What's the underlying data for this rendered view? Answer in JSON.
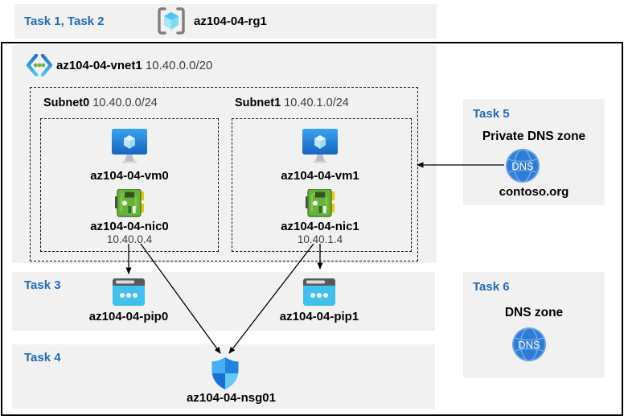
{
  "tasks": {
    "task12_label": "Task 1, Task 2",
    "task3_label": "Task 3",
    "task4_label": "Task 4",
    "task5_label": "Task 5",
    "task6_label": "Task 6"
  },
  "resource_group": {
    "name": "az104-04-rg1"
  },
  "vnet": {
    "name": "az104-04-vnet1",
    "address_space": "10.40.0.0/20"
  },
  "subnets": [
    {
      "name": "Subnet0",
      "cidr": "10.40.0.0/24",
      "vm": "az104-04-vm0",
      "nic": "az104-04-nic0",
      "ip": "10.40.0.4",
      "pip": "az104-04-pip0"
    },
    {
      "name": "Subnet1",
      "cidr": "10.40.1.0/24",
      "vm": "az104-04-vm1",
      "nic": "az104-04-nic1",
      "ip": "10.40.1.4",
      "pip": "az104-04-pip1"
    }
  ],
  "nsg": {
    "name": "az104-04-nsg01"
  },
  "private_dns": {
    "title": "Private DNS zone",
    "zone": "contoso.org",
    "icon_label": "DNS"
  },
  "public_dns": {
    "title": "DNS zone",
    "icon_label": "DNS"
  },
  "colors": {
    "task_label_blue": "#1f6cb5",
    "panel_gray": "#f1f1f1",
    "muted_text": "#3d3d3d",
    "nic_green": "#65b23c",
    "pip_cyan": "#3fc0ee",
    "dns_blue": "#2e7cd6",
    "vm_blue": "#1565c0",
    "shield_blue": "#1c77d4"
  }
}
